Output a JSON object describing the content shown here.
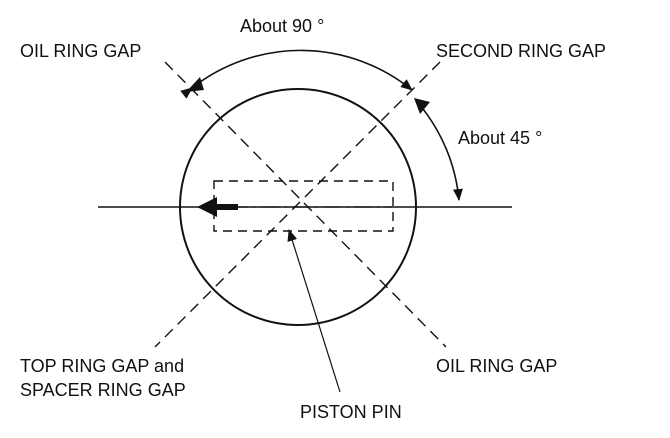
{
  "diagram": {
    "labels": {
      "angle_90": "About 90 °",
      "angle_45": "About 45 °",
      "oil_ring_gap_top": "OIL RING GAP",
      "second_ring_gap": "SECOND RING GAP",
      "top_ring_gap_line1": "TOP RING GAP and",
      "top_ring_gap_line2": "SPACER RING GAP",
      "oil_ring_gap_bottom": "OIL RING GAP",
      "piston_pin": "PISTON PIN"
    },
    "colors": {
      "ink": "#111111",
      "background": "#ffffff"
    }
  }
}
